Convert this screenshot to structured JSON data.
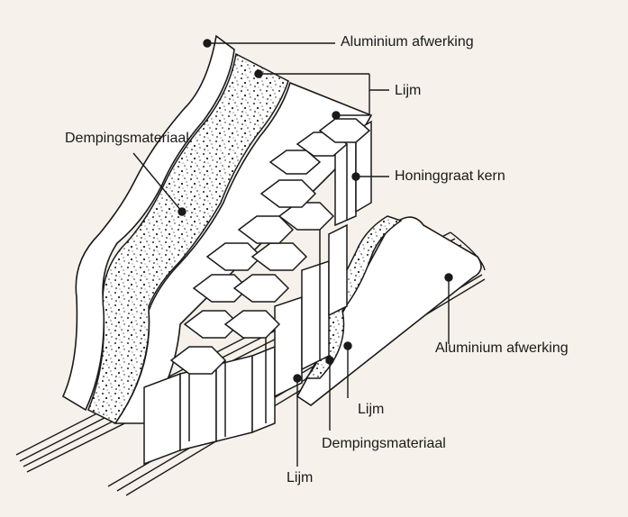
{
  "diagram": {
    "labels": {
      "aluminium_top": "Aluminium afwerking",
      "lijm_top": "Lijm",
      "dempingsmateriaal_left": "Dempingsmateriaal",
      "honinggraat": "Honinggraat kern",
      "aluminium_right": "Aluminium afwerking",
      "lijm_right": "Lijm",
      "dempingsmateriaal_bottom": "Dempingsmateriaal",
      "lijm_bottom": "Lijm"
    },
    "colors": {
      "background": "#f6f1ea",
      "ink": "#1a1a1a"
    }
  }
}
